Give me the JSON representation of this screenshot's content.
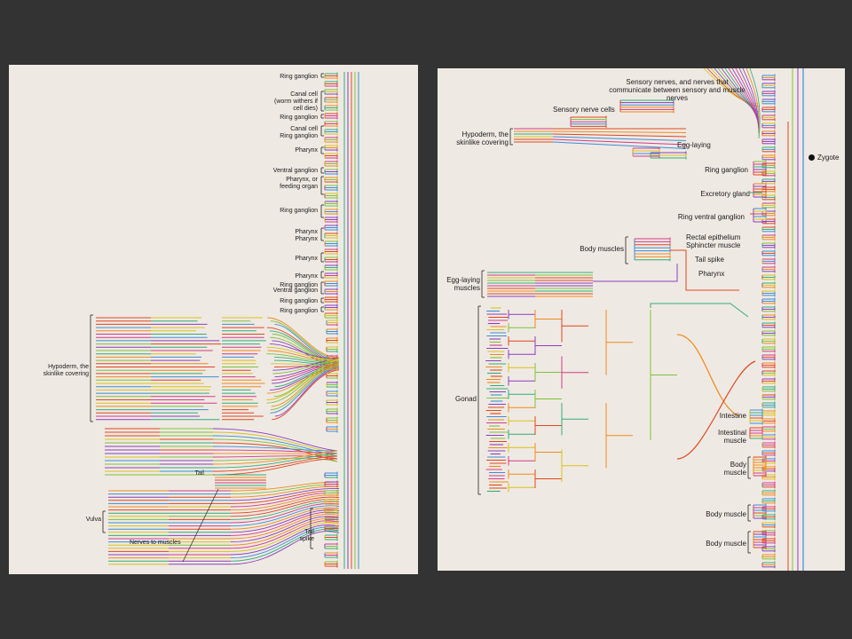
{
  "left_panel": {
    "labels": {
      "ring_ganglion_1": "Ring ganglion",
      "canal_cell_1": "Canal cell",
      "canal_cell_note": "(worm withers if cell dies)",
      "ring_ganglion_2": "Ring ganglion",
      "canal_cell_2": "Canal cell",
      "ring_ganglion_3": "Ring ganglion",
      "pharynx_1": "Pharynx",
      "ventral_ganglion_1": "Ventral ganglion",
      "pharynx_feeding": "Pharynx, or feeding organ",
      "ring_ganglion_4": "Ring ganglion",
      "pharynx_2": "Pharynx",
      "pharynx_3": "Pharynx",
      "pharynx_4": "Pharynx",
      "pharynx_5": "Pharynx",
      "ring_ganglion_5": "Ring ganglion",
      "ventral_ganglion_2": "Ventral ganglion",
      "ring_ganglion_6": "Ring ganglion",
      "ring_ganglion_7": "Ring ganglion",
      "hypoderm": "Hypoderm, the skinlike covering",
      "tail": "Tail",
      "vulva": "Vulva",
      "nerves_to_muscles": "Nerves to muscles",
      "tail_spike": "Tail spike"
    }
  },
  "right_panel": {
    "labels": {
      "sensory_nerves_header": "Sensory nerves, and nerves that communicate between sensory and muscle nerves",
      "sensory_nerve_cells": "Sensory nerve cells",
      "hypoderm": "Hypoderm, the skinlike covering",
      "egg_laying": "Egg-laying",
      "zygote": "Zygote",
      "ring_ganglion": "Ring ganglion",
      "excretory_gland": "Excretory gland",
      "ring_ventral_ganglion": "Ring ventral ganglion",
      "body_muscles": "Body muscles",
      "rectal_epithelium": "Rectal epithelium",
      "sphincter_muscle": "Sphincter muscle",
      "tail_spike": "Tail spike",
      "pharynx": "Pharynx",
      "egg_laying_muscles": "Egg-laying muscles",
      "gonad": "Gonad",
      "intestine": "Intestine",
      "intestinal_muscle": "Intestinal muscle",
      "body_muscle_1": "Body muscle",
      "body_muscle_2": "Body muscle",
      "body_muscle_3": "Body muscle"
    }
  },
  "colors": {
    "page": "#333333",
    "paper": "#efe9e3",
    "lineage": [
      "#e0461e",
      "#f08a1a",
      "#d9c21a",
      "#7cc23a",
      "#2fae7a",
      "#3a8fd8",
      "#8a3fc0",
      "#d43a8a"
    ]
  }
}
